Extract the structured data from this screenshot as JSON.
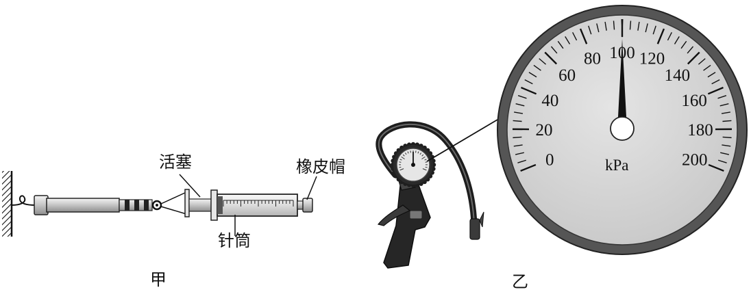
{
  "labels": {
    "piston": "活塞",
    "rubber_cap": "橡皮帽",
    "barrel": "针筒",
    "fig_a": "甲",
    "fig_b": "乙"
  },
  "gauge": {
    "unit": "kPa",
    "scale_min": 0,
    "scale_max": 200,
    "major_step": 20,
    "minor_step": 4,
    "tick_labels": [
      "0",
      "20",
      "40",
      "60",
      "80",
      "100",
      "120",
      "140",
      "160",
      "180",
      "200"
    ],
    "needle_value": 100
  },
  "syringe": {
    "scale_divisions": 20
  },
  "colors": {
    "dial_face": "#d2d2d2",
    "dial_rim": "#555555",
    "ink": "#111111"
  }
}
